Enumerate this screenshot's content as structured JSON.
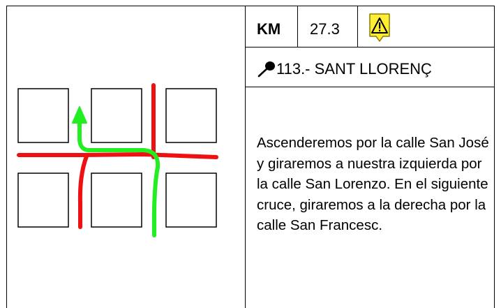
{
  "km": {
    "label": "KM",
    "value": "27.3"
  },
  "warning_icon": "warning-triangle-icon",
  "location": {
    "icon": "map-pin-icon",
    "label": "113.- SANT LLORENÇ"
  },
  "description": "Ascenderemos por la calle San José y giraremos a nuestra izquierda por la calle San Lorenzo. En el siguiente cruce, giraremos a la derecha por la calle San Francesc.",
  "colors": {
    "route": "#22ee22",
    "street": "#ee1111",
    "warning_fill": "#ffee33",
    "border": "#000000"
  }
}
